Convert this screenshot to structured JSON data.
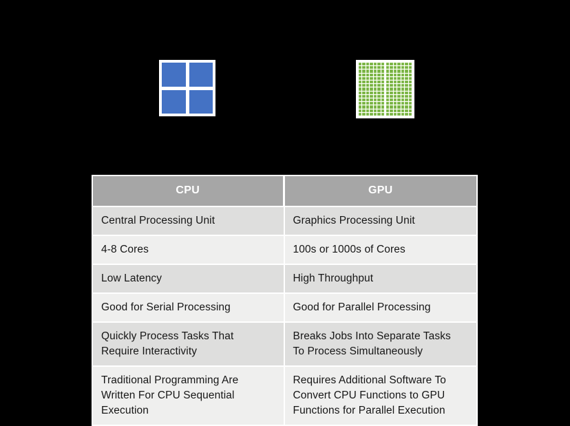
{
  "background_color": "#000000",
  "icons": {
    "cpu": {
      "name": "cpu-icon",
      "color": "#4472c4",
      "frame_color": "#ffffff",
      "core_count": 4,
      "grid": "2x2"
    },
    "gpu": {
      "name": "gpu-icon",
      "color": "#76b043",
      "frame_color": "#ffffff",
      "core_count": 210,
      "grid": "14x15"
    }
  },
  "table": {
    "name": "cpu-gpu-comparison-table",
    "header_background": "#a6a6a6",
    "header_text_color": "#ffffff",
    "row_shade_a": "#dededd",
    "row_shade_b": "#efefee",
    "headers": [
      "CPU",
      "GPU"
    ],
    "rows": [
      {
        "cpu": "Central Processing Unit",
        "gpu": "Graphics Processing Unit"
      },
      {
        "cpu": "4-8 Cores",
        "gpu": "100s or 1000s of Cores"
      },
      {
        "cpu": "Low Latency",
        "gpu": "High Throughput"
      },
      {
        "cpu": "Good for Serial Processing",
        "gpu": "Good for Parallel Processing"
      },
      {
        "cpu": "Quickly Process Tasks That\nRequire Interactivity",
        "gpu": "Breaks Jobs Into Separate Tasks\nTo Process Simultaneously"
      },
      {
        "cpu": "Traditional Programming Are\nWritten For CPU Sequential\nExecution",
        "gpu": "Requires Additional Software To\nConvert CPU Functions to GPU\nFunctions for Parallel Execution"
      }
    ]
  }
}
